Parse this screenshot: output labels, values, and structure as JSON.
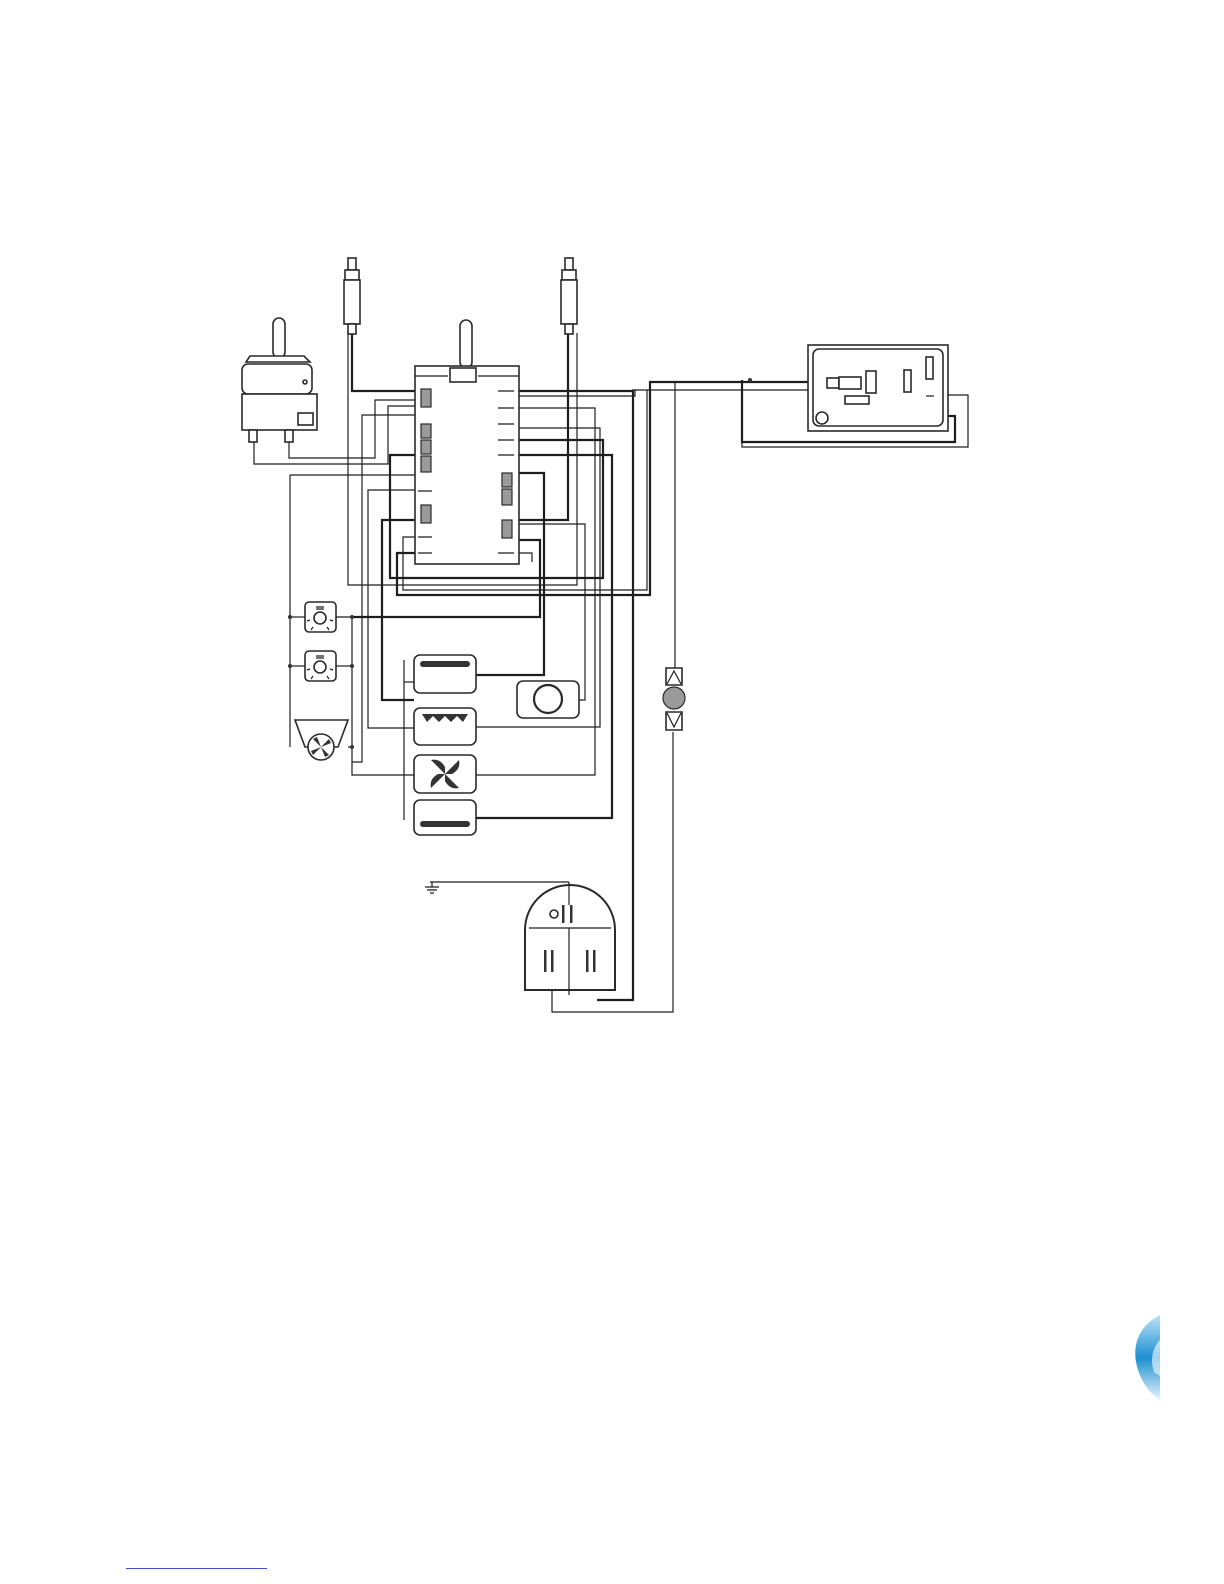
{
  "diagram": {
    "kind": "appliance-wiring-schematic",
    "components": [
      {
        "id": "thermostat",
        "icon": "thermostat-icon"
      },
      {
        "id": "probe-left",
        "icon": "temperature-probe-icon"
      },
      {
        "id": "probe-right",
        "icon": "temperature-probe-icon"
      },
      {
        "id": "selector-switch",
        "icon": "rotary-selector-switch-icon"
      },
      {
        "id": "control-board",
        "icon": "control-board-icon"
      },
      {
        "id": "lamp-1",
        "icon": "oven-lamp-icon"
      },
      {
        "id": "lamp-2",
        "icon": "oven-lamp-icon"
      },
      {
        "id": "cooling-fan",
        "icon": "cooling-fan-icon"
      },
      {
        "id": "bottom-heater",
        "icon": "heating-element-icon"
      },
      {
        "id": "grill-element",
        "icon": "grill-element-icon"
      },
      {
        "id": "convection-fan",
        "icon": "convection-fan-icon"
      },
      {
        "id": "top-heater",
        "icon": "heating-element-icon"
      },
      {
        "id": "circular-element",
        "icon": "circular-element-icon"
      },
      {
        "id": "door-lock",
        "icon": "door-lock-icon"
      },
      {
        "id": "power-terminal",
        "icon": "terminal-block-icon"
      },
      {
        "id": "earth",
        "icon": "ground-icon"
      }
    ]
  },
  "colors": {
    "wire": "#1e1e1e",
    "fill_dark": "#333333",
    "fill_grey": "#9a9a9a",
    "footer_rule": "#3a4fd1",
    "brand": "#1b8fd0"
  }
}
